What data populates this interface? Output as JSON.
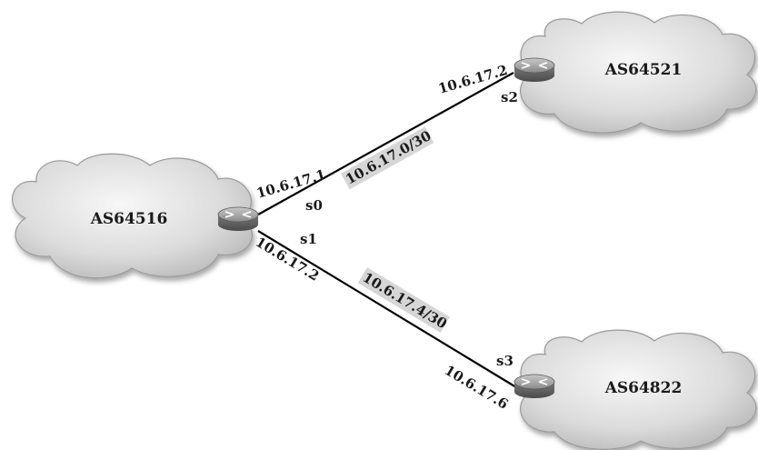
{
  "autonomous_systems": {
    "left": "AS64516",
    "top_right": "AS64521",
    "bottom_right": "AS64822"
  },
  "links": {
    "upper": {
      "network": "10.6.17.0/30",
      "left_ip": "10.6.17.1",
      "left_interface": "s0",
      "right_ip": "10.6.17.2",
      "right_interface": "s2"
    },
    "lower": {
      "network": "10.6.17.4/30",
      "left_ip": "10.6.17.2",
      "left_interface": "s1",
      "right_ip": "10.6.17.6",
      "right_interface": "s3"
    }
  },
  "icons": [
    "cloud-icon",
    "router-icon"
  ],
  "colors": {
    "cloud_light": "#f4f4f4",
    "cloud_dark": "#bdbdbd",
    "router_body": "#8f8f8f",
    "network_label_bg": "#d6d6d6"
  }
}
